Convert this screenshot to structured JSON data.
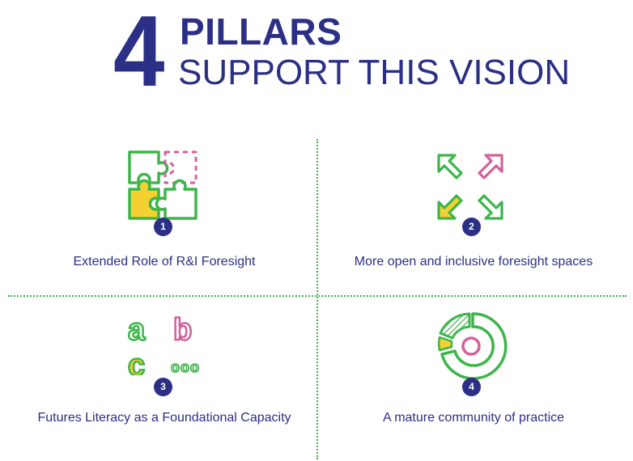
{
  "header": {
    "number": "4",
    "title_bold": "PILLARS",
    "title_rest": "SUPPORT THIS VISION"
  },
  "pillars": [
    {
      "number": "1",
      "label": "Extended Role of R&I Foresight",
      "icon": "puzzle-icon"
    },
    {
      "number": "2",
      "label": "More open and inclusive foresight spaces",
      "icon": "expand-arrows-icon"
    },
    {
      "number": "3",
      "label": "Futures Literacy as a Foundational Capacity",
      "icon": "alphabet-icon"
    },
    {
      "number": "4",
      "label": "A mature community of practice",
      "icon": "donut-chart-icon"
    }
  ],
  "letters": {
    "a": "a",
    "b": "b",
    "c": "c",
    "dots": "ooo"
  },
  "colors": {
    "navy": "#2b2f86",
    "green": "#3db54a",
    "pink": "#d4609a",
    "yellow": "#f5d033"
  }
}
